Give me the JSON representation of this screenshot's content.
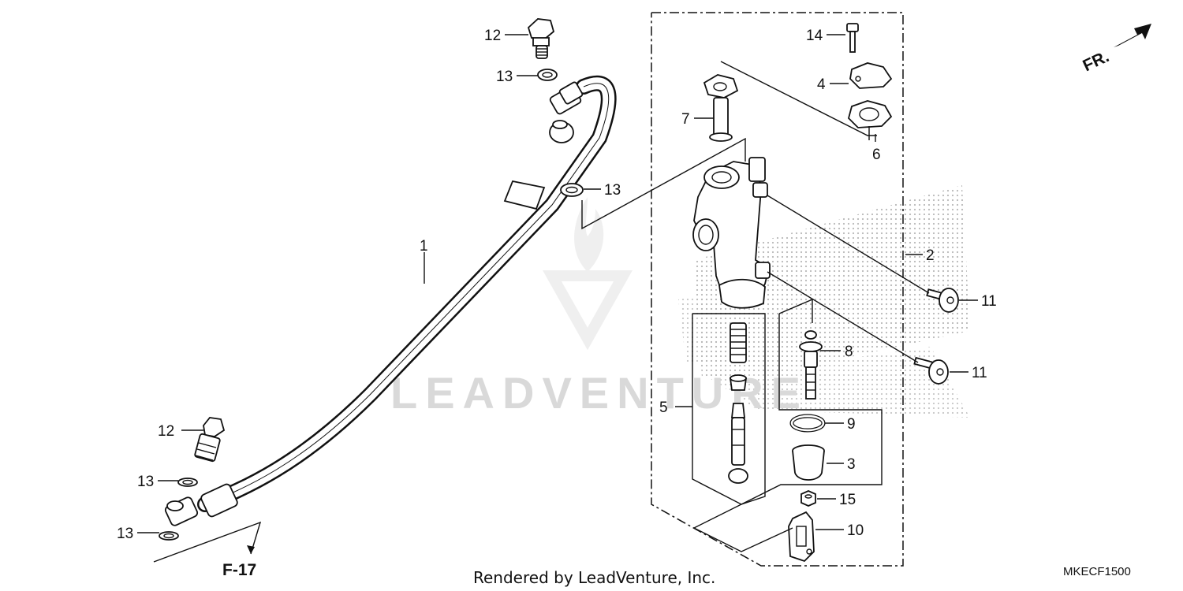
{
  "diagram": {
    "labels": {
      "p1": "1",
      "p2": "2",
      "p3": "3",
      "p4": "4",
      "p5": "5",
      "p6": "6",
      "p7": "7",
      "p8": "8",
      "p9": "9",
      "p10": "10",
      "p11a": "11",
      "p11b": "11",
      "p12a": "12",
      "p12b": "12",
      "p13a": "13",
      "p13b": "13",
      "p13c": "13",
      "p13d": "13",
      "p14": "14",
      "p15": "15"
    },
    "direction_label": "FR.",
    "reference_label": "F-17",
    "watermark": "LEADVENTURE",
    "footer_text": "Rendered by LeadVenture, Inc.",
    "diagram_code": "MKECF1500"
  }
}
